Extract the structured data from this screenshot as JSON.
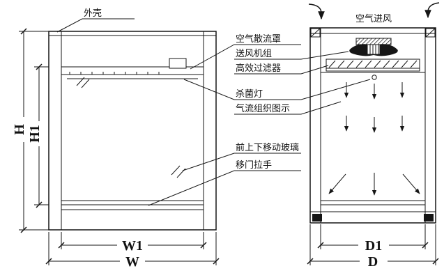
{
  "callouts": {
    "outer_shell": "外壳",
    "air_intake": "空气进风",
    "air_diffuser": "空气散流罩",
    "fan_unit": "送风机组",
    "hepa_filter": "高效过滤器",
    "uv_lamp": "杀菌灯",
    "airflow_pattern": "气流组织图示",
    "moving_glass": "前上下移动玻璃",
    "door_handle": "移门拉手"
  },
  "dimensions": {
    "front_height": "H",
    "front_opening_height": "H1",
    "front_inner_width": "W1",
    "front_width": "W",
    "side_inner_depth": "D1",
    "side_depth": "D"
  },
  "colors": {
    "line": "#161616",
    "background": "#ffffff"
  }
}
